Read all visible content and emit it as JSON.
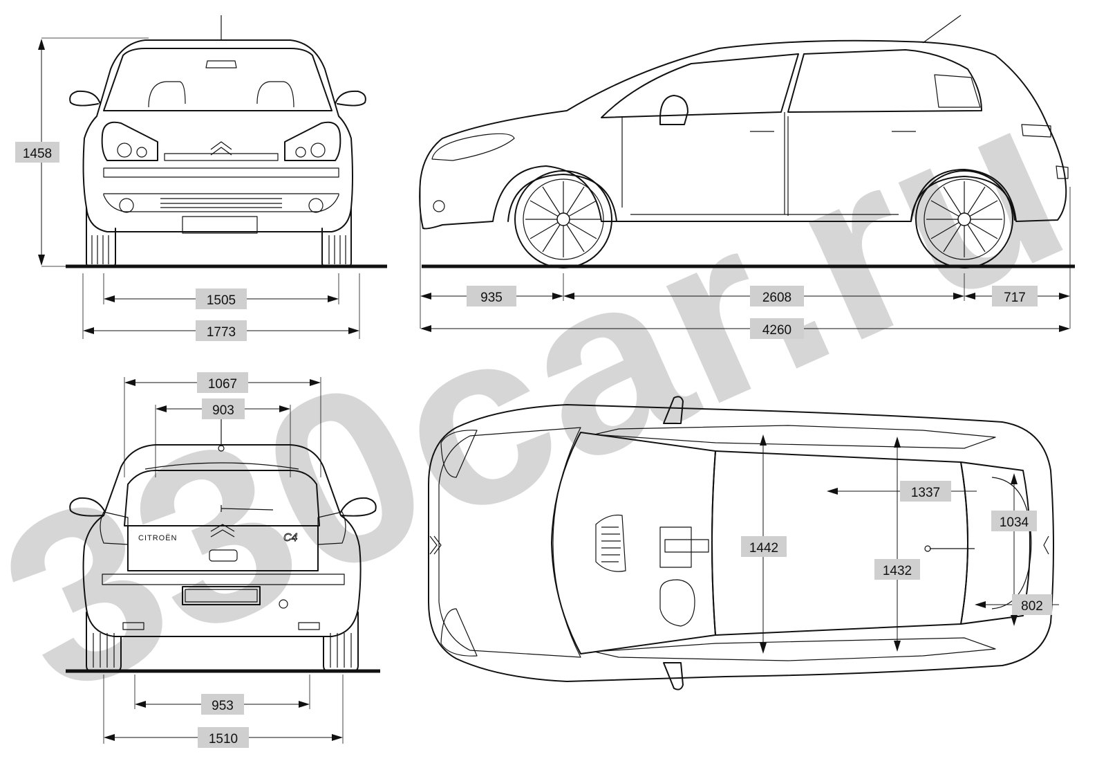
{
  "watermark": {
    "text": "330car.ru",
    "color": "#d4d4d4"
  },
  "views": {
    "front": {
      "height": "1458",
      "track": "1505",
      "width": "1773"
    },
    "side": {
      "front_overhang": "935",
      "wheelbase": "2608",
      "rear_overhang": "717",
      "length": "4260"
    },
    "rear": {
      "top_width_outer": "1067",
      "top_width_inner": "903",
      "track": "953",
      "width": "1510",
      "badge_brand": "CITROËN",
      "badge_model": "C4"
    },
    "top": {
      "cabin_length": "1337",
      "cabin_width_front": "1442",
      "cabin_width_rear": "1432",
      "trunk_width": "1034",
      "trunk_length": "802"
    }
  },
  "colors": {
    "ink": "#111111",
    "label_box": "#cfcfcf",
    "background": "#ffffff"
  }
}
